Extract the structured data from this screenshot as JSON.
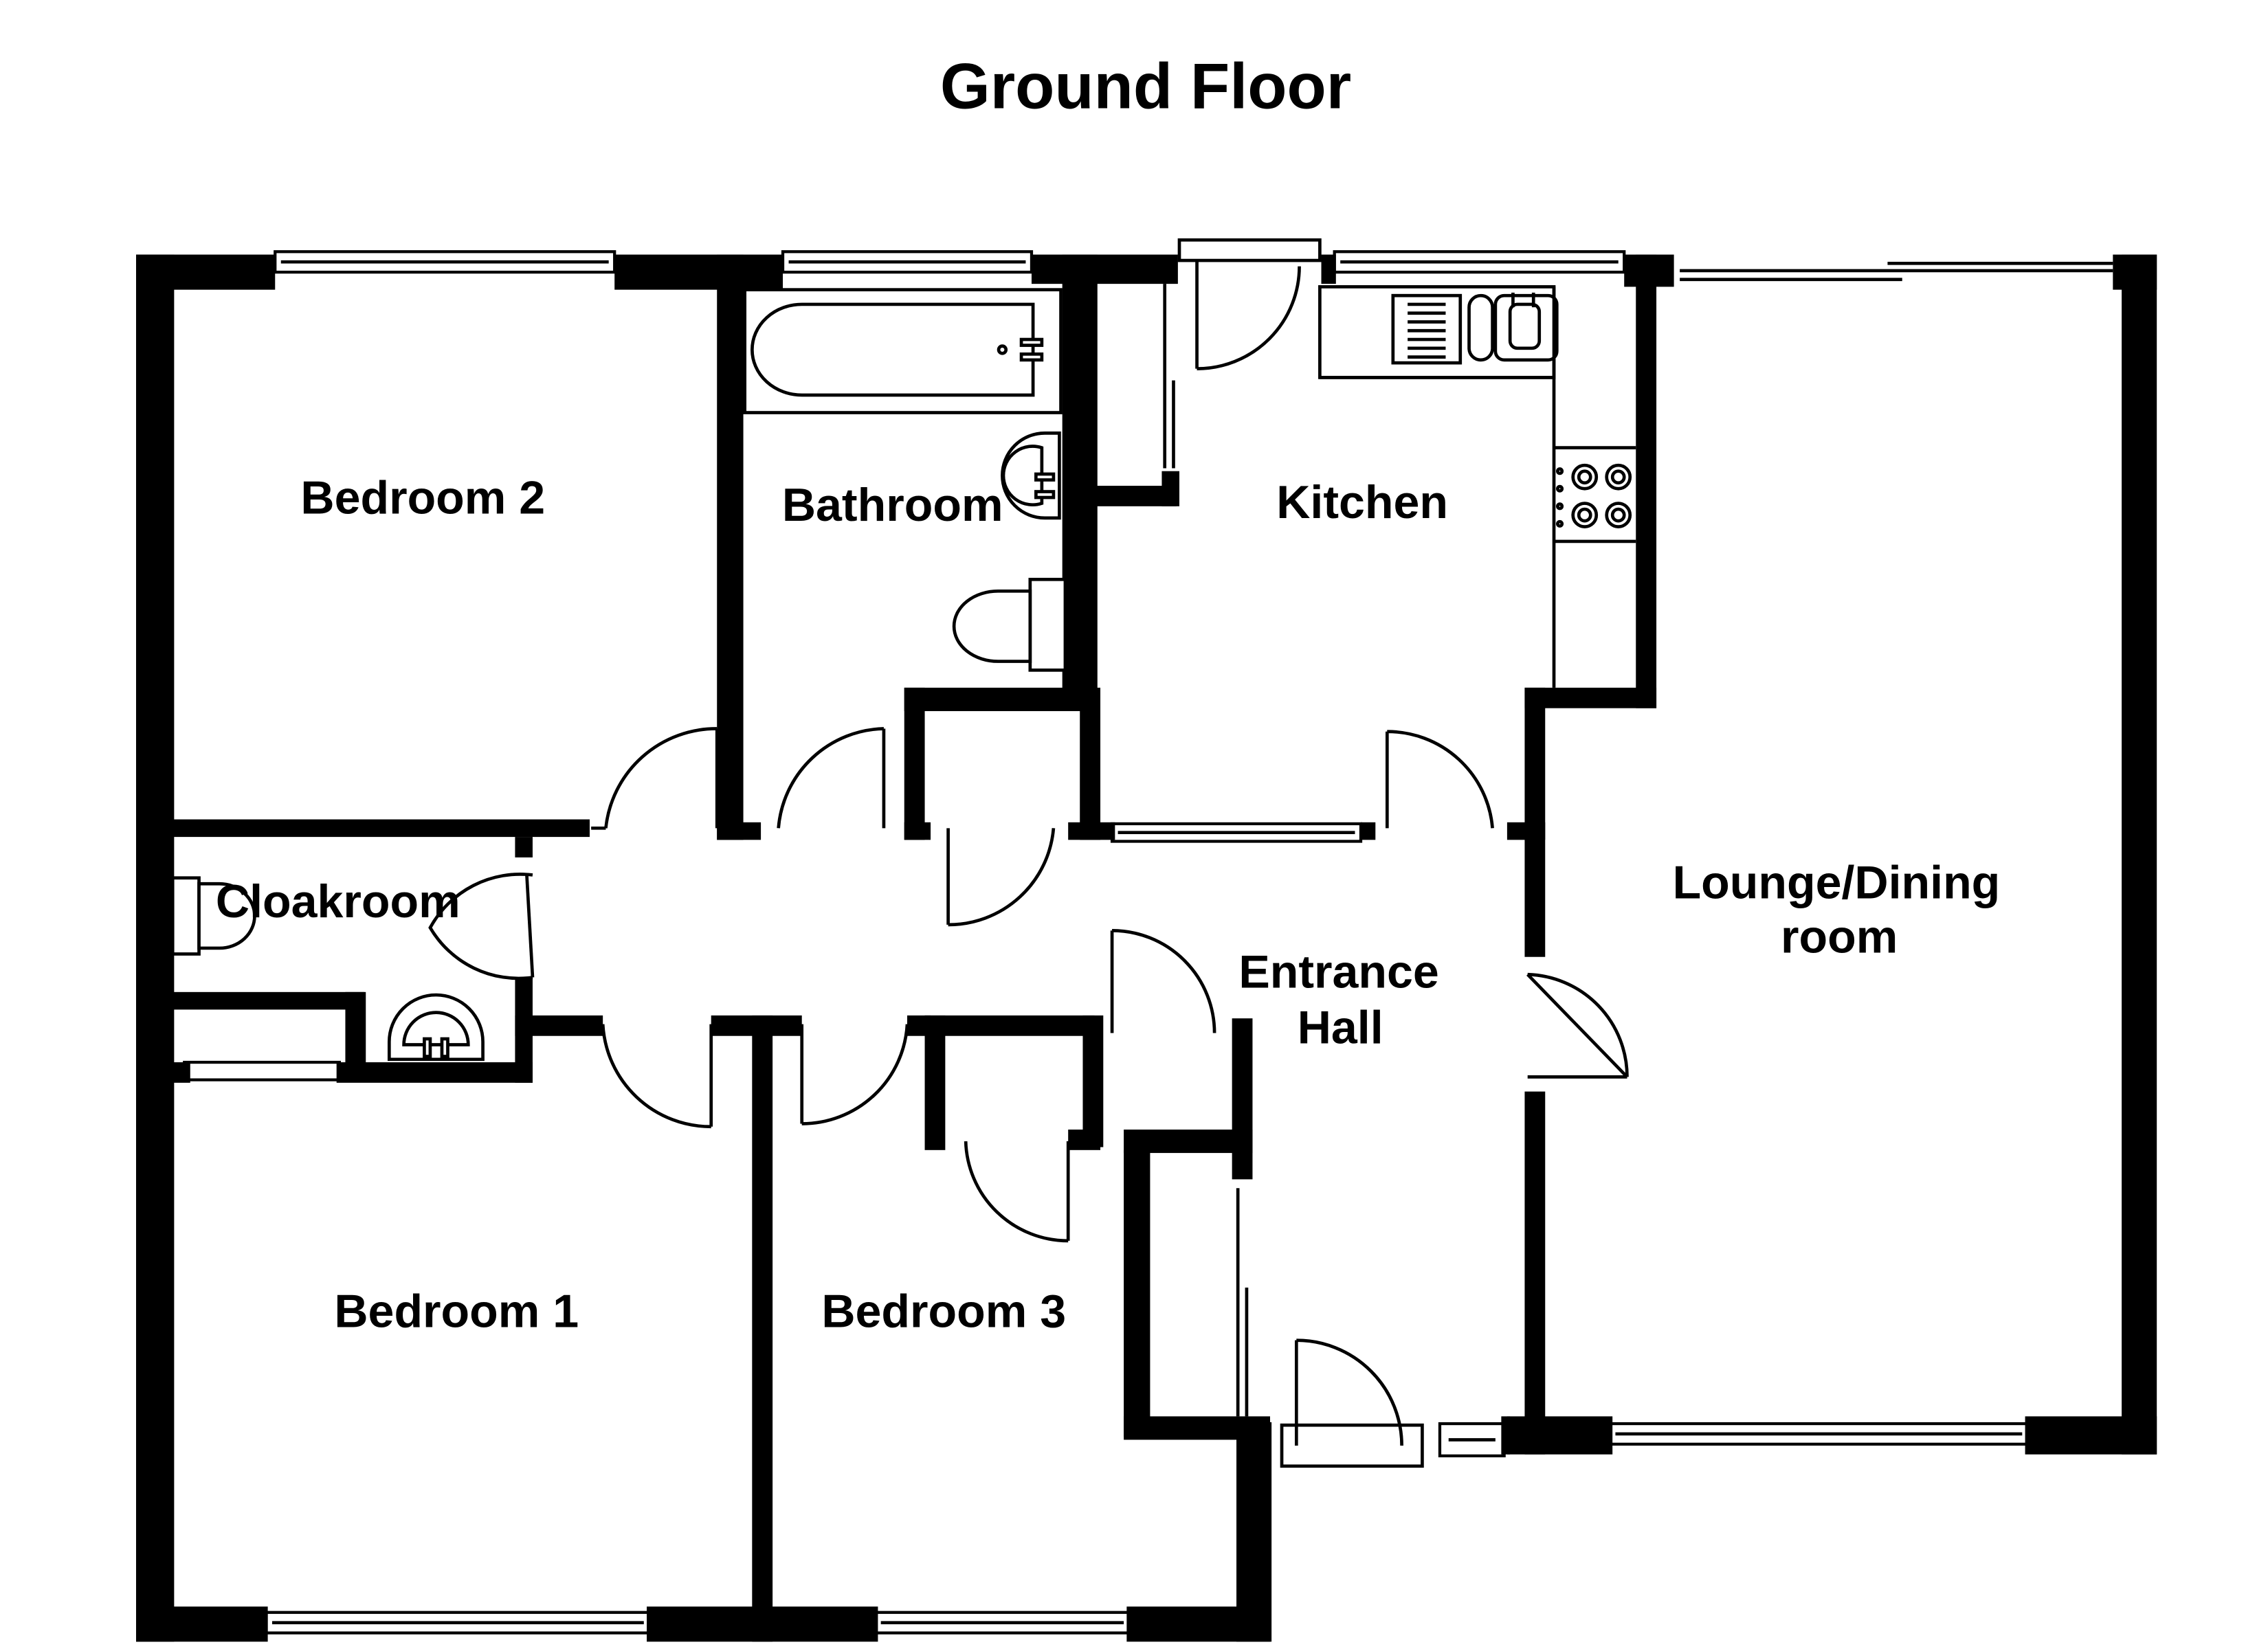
{
  "plan": {
    "title": "Ground Floor",
    "rooms": {
      "bedroom2": "Bedroom 2",
      "bathroom": "Bathroom",
      "kitchen": "Kitchen",
      "cloakroom": "Cloakroom",
      "lounge_line1": "Lounge/Dining",
      "lounge_line2": "room",
      "hall_line1": "Entrance",
      "hall_line2": "Hall",
      "bedroom1": "Bedroom 1",
      "bedroom3": "Bedroom 3"
    }
  }
}
